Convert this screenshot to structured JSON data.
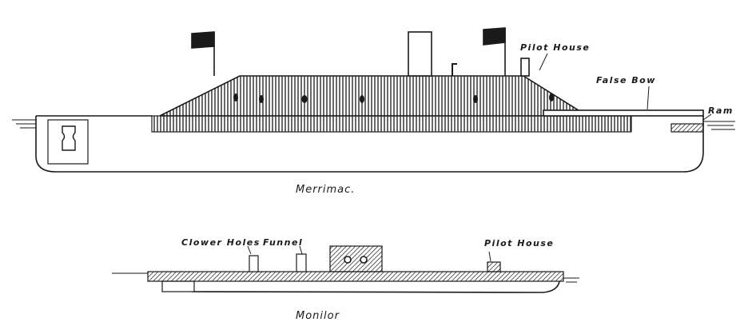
{
  "merrimac": {
    "caption": "Merrimac.",
    "labels": {
      "pilot_house": "Pilot House",
      "false_bow": "False Bow",
      "ram": "Ram"
    }
  },
  "monitor": {
    "caption": "Monilor",
    "labels": {
      "blower_holes": "Clower Holes",
      "funnel": "Funnel",
      "pilot_house": "Pilot House"
    }
  },
  "colors": {
    "ink": "#1a1a1a",
    "paper": "#ffffff"
  }
}
